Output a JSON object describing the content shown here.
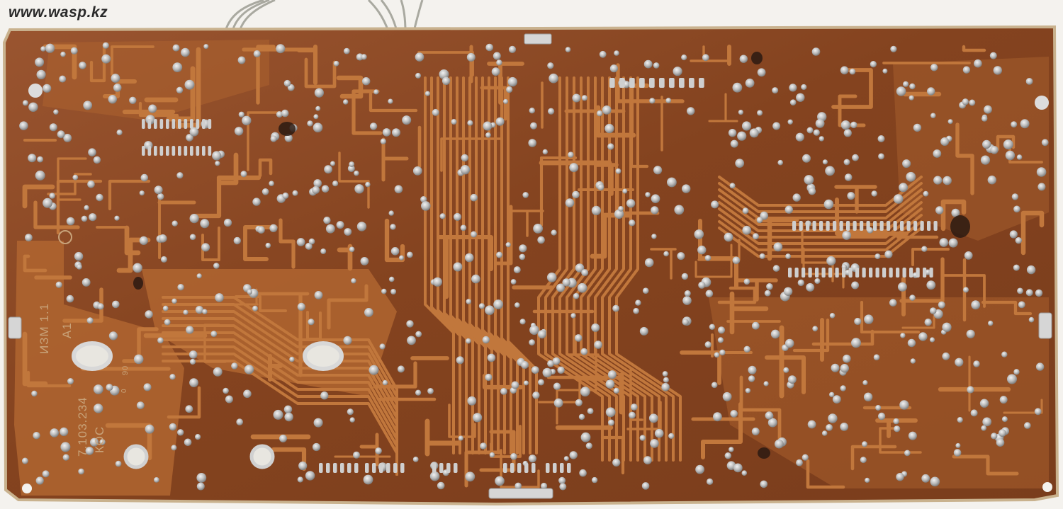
{
  "watermark": {
    "text": "www.wasp.kz"
  },
  "board": {
    "labels": {
      "revision": "ИЗМ 1.1",
      "designator": "A1",
      "part_number": "7.103.234",
      "code": "КОС",
      "small_mark": "90",
      "pin_mark": "0"
    },
    "colors": {
      "substrate": "#8c4a26",
      "copper": "#b5682f",
      "solder": "#c9c9c9",
      "background": "#f4f2ee"
    }
  }
}
